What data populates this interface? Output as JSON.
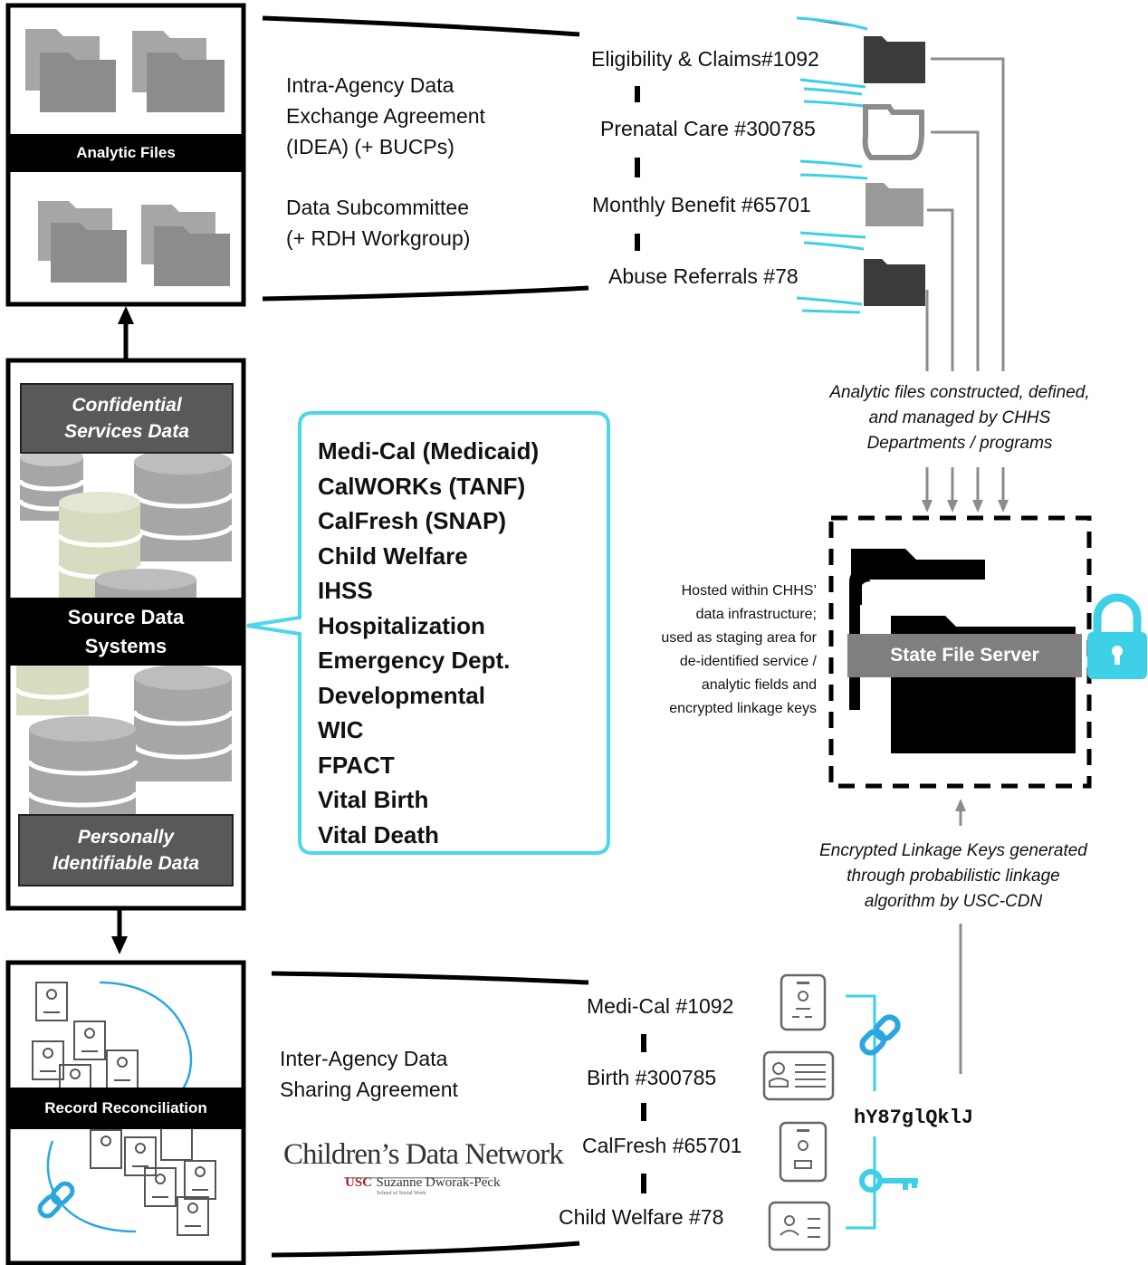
{
  "analytic_panel": {
    "label": "Analytic Files"
  },
  "source_panel": {
    "top_label_line1": "Confidential",
    "top_label_line2": "Services Data",
    "label_line1": "Source Data",
    "label_line2": "Systems",
    "bottom_label_line1": "Personally",
    "bottom_label_line2": "Identifiable Data"
  },
  "record_panel": {
    "label": "Record Reconciliation"
  },
  "top_agreements": {
    "idea_line1": "Intra-Agency Data",
    "idea_line2": "Exchange Agreement",
    "idea_line3": "(IDEA) (+ BUCPs)",
    "sub_line1": "Data Subcommittee",
    "sub_line2": "(+ RDH Workgroup)"
  },
  "analytic_files": [
    {
      "label": "Eligibility & Claims#1092",
      "icon": "dark-folder-icon"
    },
    {
      "label": "Prenatal Care #300785",
      "icon": "open-folder-icon"
    },
    {
      "label": "Monthly Benefit #65701",
      "icon": "gray-folder-icon"
    },
    {
      "label": "Abuse Referrals #78",
      "icon": "dark-folder-icon"
    }
  ],
  "analytic_note": {
    "line1": "Analytic files  constructed, defined,",
    "line2": "and managed  by CHHS",
    "line3": "Departments / programs"
  },
  "source_systems": [
    "Medi-Cal (Medicaid)",
    "CalWORKs (TANF)",
    "CalFresh (SNAP)",
    "Child Welfare",
    "IHSS",
    "Hospitalization",
    "Emergency Dept.",
    "Developmental",
    "WIC",
    "FPACT",
    "Vital Birth",
    "Vital Death"
  ],
  "server_note": {
    "line1": "Hosted within CHHS’",
    "line2": "data infrastructure;",
    "line3": "used as staging area for",
    "line4": "de-identified service /",
    "line5": "analytic fields and",
    "line6": "encrypted linkage keys"
  },
  "server": {
    "label": "State File Server",
    "lock_icon": "padlock-icon"
  },
  "linkage_note": {
    "line1": "Encrypted Linkage Keys generated",
    "line2": "through probabilistic linkage",
    "line3": "algorithm by USC-CDN"
  },
  "inter_agency": {
    "line1": "Inter-Agency Data",
    "line2": "Sharing Agreement"
  },
  "record_files": [
    {
      "label": "Medi-Cal #1092",
      "icon": "badge-icon"
    },
    {
      "label": "Birth #300785",
      "icon": "id-card-icon"
    },
    {
      "label": "CalFresh #65701",
      "icon": "badge-icon"
    },
    {
      "label": "Child Welfare #78",
      "icon": "contact-card-icon"
    }
  ],
  "linkage_key": {
    "code": "hY87glQklJ",
    "chain_icon": "chain-link-icon",
    "key_icon": "key-icon"
  },
  "logo": {
    "title": "Children’s Data Network",
    "usc": "USC",
    "school": "Suzanne Dworak-Peck",
    "tiny": "School of Social Work"
  },
  "colors": {
    "accent_cyan": "#3dd0e6",
    "folder_gray": "#8c8c8c",
    "folder_dark": "#3b3b3b",
    "label_gray": "#595959",
    "link_blue": "#2aa7e0"
  }
}
